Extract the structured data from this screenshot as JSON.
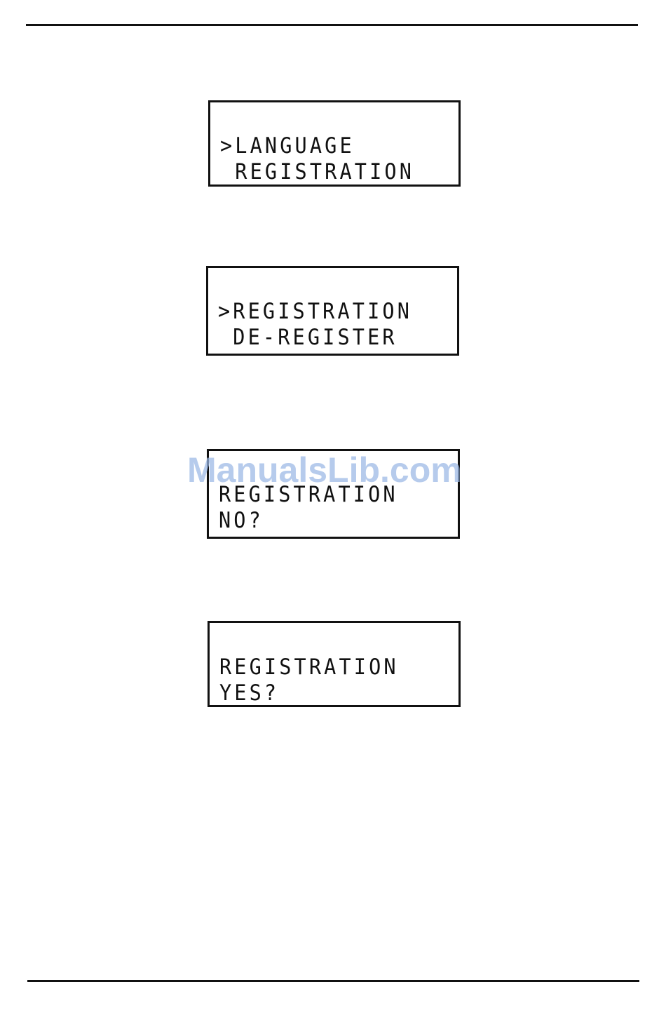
{
  "screens": [
    {
      "line1": ">LANGUAGE",
      "line2": " REGISTRATION"
    },
    {
      "line1": ">REGISTRATION",
      "line2": " DE-REGISTER"
    },
    {
      "line1": "REGISTRATION",
      "line2": "NO?"
    },
    {
      "line1": "REGISTRATION",
      "line2": "YES?"
    }
  ],
  "watermark": {
    "text": "ManualsLib.com",
    "color": "#9ab8e6"
  }
}
